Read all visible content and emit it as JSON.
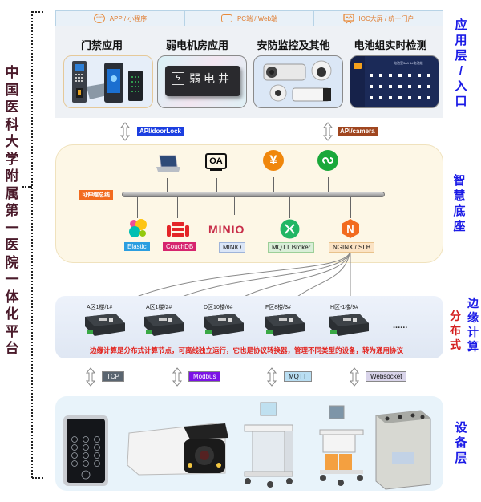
{
  "platform_title": [
    "中",
    "国",
    "医",
    "科",
    "大",
    "学",
    "附",
    "属",
    "第",
    "一",
    "医",
    "院",
    "一",
    "体",
    "化",
    "平",
    "台"
  ],
  "layers": {
    "app": {
      "label": [
        "应",
        "用",
        "层",
        "/",
        "入",
        "口"
      ]
    },
    "platform": {
      "label": [
        "智",
        "慧",
        "底",
        "座"
      ]
    },
    "edge": {
      "label_a": [
        "分",
        "布",
        "式"
      ],
      "label_b": [
        "边",
        "缘",
        "计",
        "算"
      ]
    },
    "device": {
      "label": [
        "设",
        "备",
        "层"
      ]
    }
  },
  "tabs": [
    {
      "label": "APP / 小程序",
      "icon": "app-icon"
    },
    {
      "label": "PC端 / Web端",
      "icon": "monitor-icon"
    },
    {
      "label": "IOC大屏 / 统一门户",
      "icon": "presentation-icon"
    }
  ],
  "apps": [
    {
      "title": "门禁应用",
      "image": "access-control-devices"
    },
    {
      "title": "弱电机房应用",
      "image": "weak-current-sign",
      "sign_text": "弱电井"
    },
    {
      "title": "安防监控及其他",
      "image": "security-cameras"
    },
    {
      "title": "电池组实时检测",
      "image": "battery-dashboard",
      "dashboard_text": "电池室3A1  1#电池组"
    }
  ],
  "apis": [
    {
      "label": "API/doorLock",
      "color": "#1c3fe0"
    },
    {
      "label": "API/camera",
      "color": "#a0461f"
    }
  ],
  "bus_label": "可伸缩总线",
  "top_services": [
    "laptop-icon",
    "oa-icon",
    "yuan-icon",
    "miniprogram-icon"
  ],
  "oa_text": "OA",
  "yuan_text": "¥",
  "services": [
    {
      "label": "Elastic",
      "bg": "#2b9ee0",
      "fg": "#ffffff"
    },
    {
      "label": "CouchDB",
      "bg": "#d6246e",
      "fg": "#ffffff"
    },
    {
      "label": "MINIO",
      "bg": "#dbe6f7",
      "fg": "#111111",
      "logo_text": "MINIO"
    },
    {
      "label": "MQTT Broker",
      "bg": "#d9eed8",
      "fg": "#111111"
    },
    {
      "label": "NGINX / SLB",
      "bg": "#fbe3c4",
      "fg": "#111111",
      "logo_text": "N"
    }
  ],
  "edge_nodes": [
    "A区1楼/1#",
    "A区1楼/2#",
    "D区10楼/6#",
    "F区8楼/3#",
    "H区-1楼/9#"
  ],
  "edge_more": "......",
  "edge_note": "边缘计算是分布式计算节点，可离线独立运行，它也是协议转换器，管理不同类型的设备，转为通用协议",
  "protocols": [
    {
      "label": "TCP",
      "bg": "#5a6570",
      "fg": "#ffffff"
    },
    {
      "label": "Modbus",
      "bg": "#7b12e6",
      "fg": "#ffffff"
    },
    {
      "label": "MQTT",
      "bg": "#b9def2",
      "fg": "#111111"
    },
    {
      "label": "Websocket",
      "bg": "#d9d4ea",
      "fg": "#111111"
    }
  ],
  "devices": [
    "keypad-access-panel",
    "bullet-camera",
    "medical-cart",
    "ultrasound-cart",
    "battery-unit"
  ]
}
